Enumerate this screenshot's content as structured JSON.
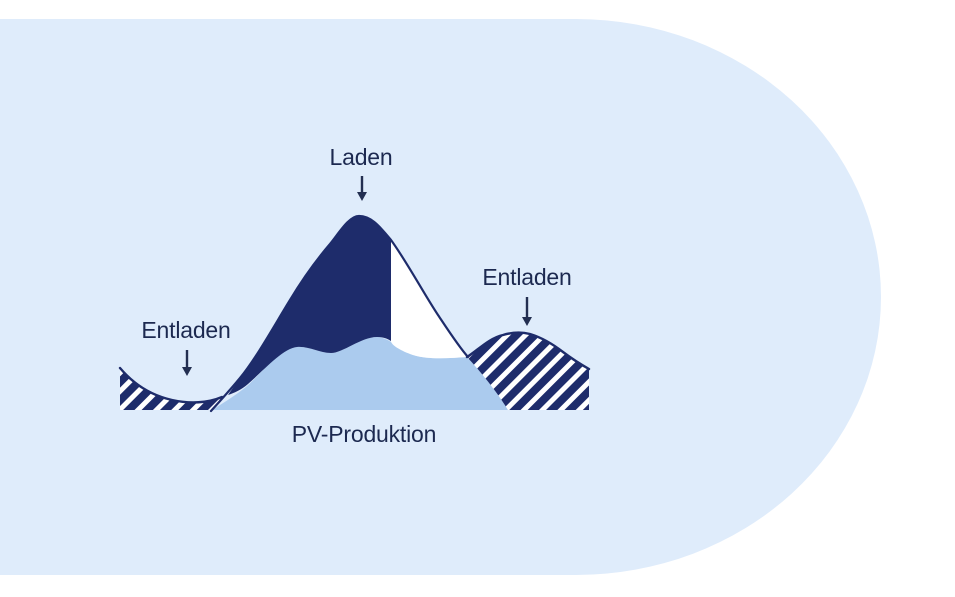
{
  "labels": {
    "laden": "Laden",
    "entladen_left": "Entladen",
    "entladen_right": "Entladen",
    "pv_produktion": "PV-Produktion"
  },
  "colors": {
    "panel": "#dfecfb",
    "navy": "#1e2c6b",
    "medium-blue": "#abcbee",
    "bell-white": "#ffffff",
    "text": "#1c2950",
    "arrow": "#232f51"
  }
}
